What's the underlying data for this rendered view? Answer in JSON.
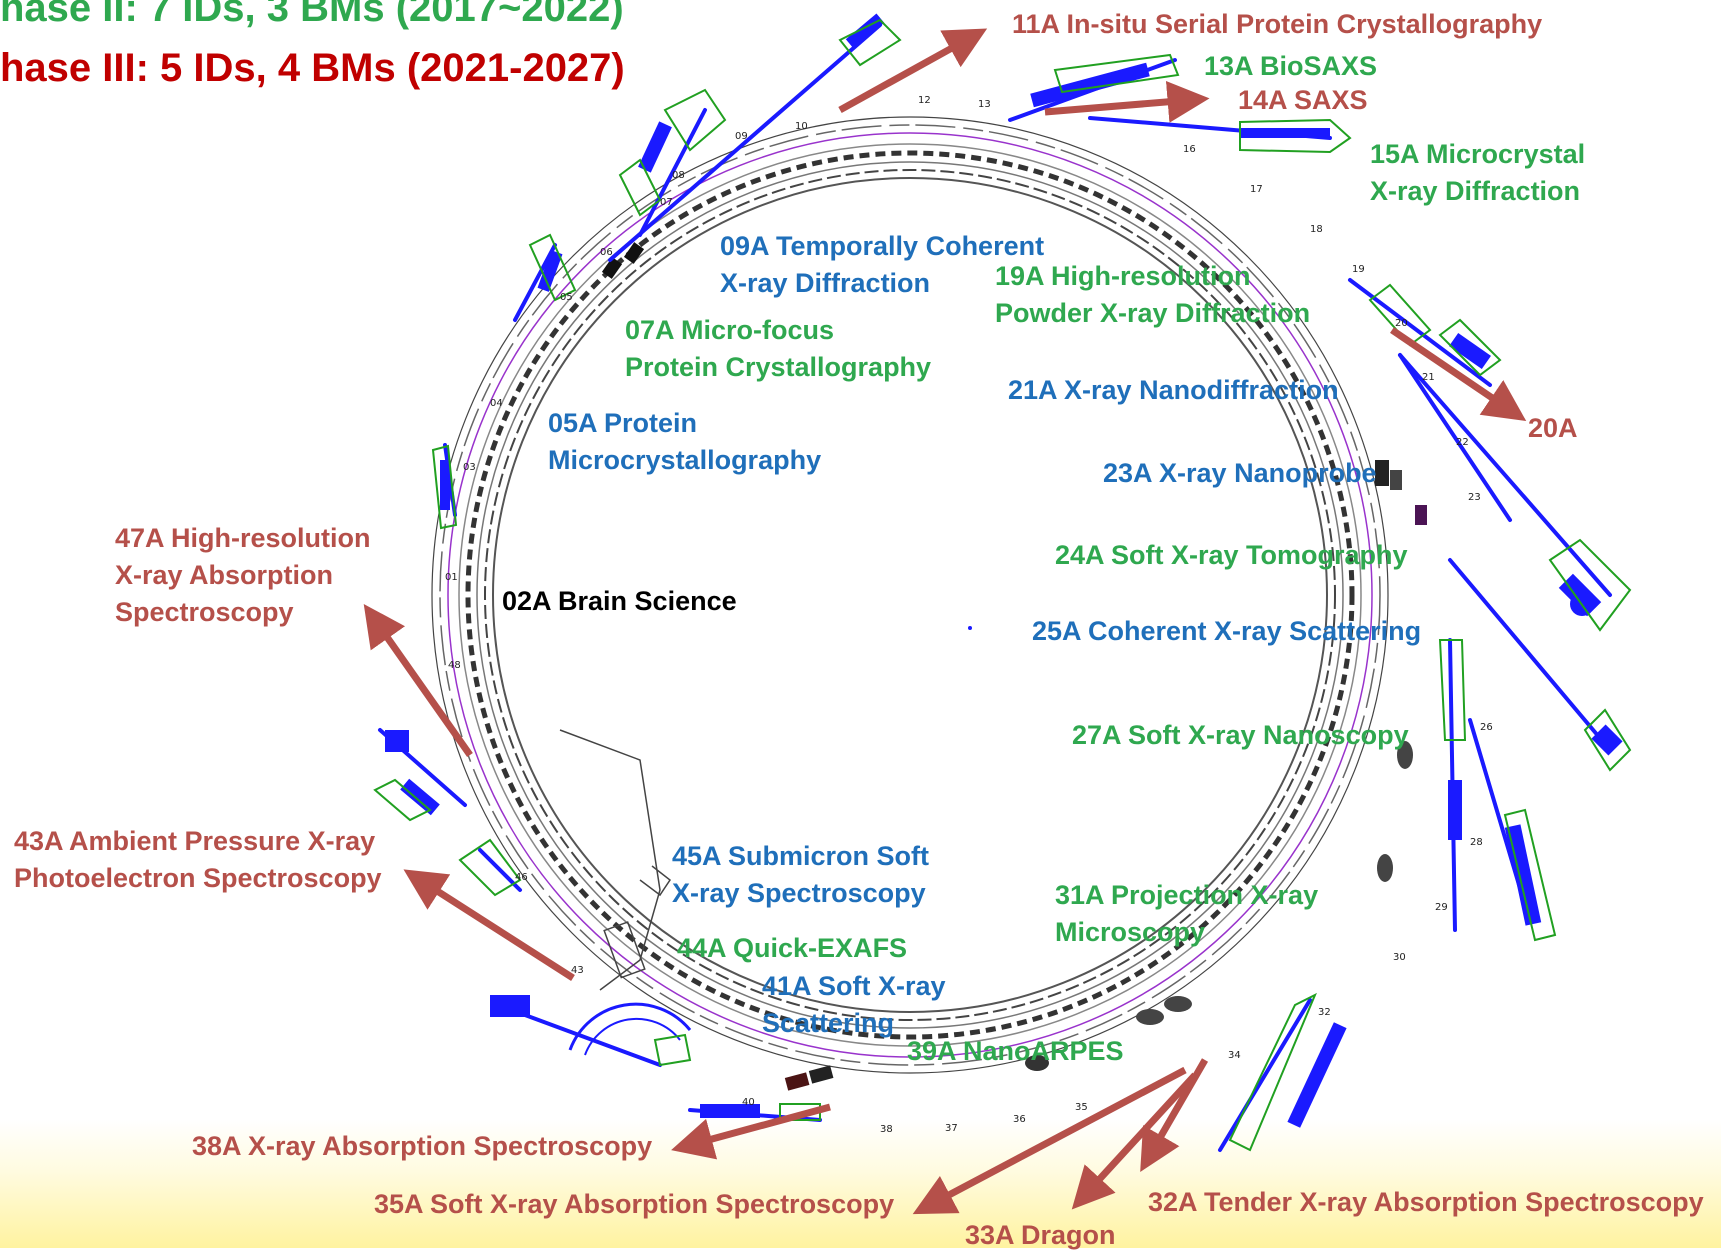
{
  "header": {
    "phase2": "hase II: 7 IDs, 3 BMs (2017~2022)",
    "phase3": "hase III: 5 IDs, 4 BMs (2021-2027)"
  },
  "colors": {
    "phase2": "#2fa84f",
    "phase3": "#c00000",
    "arrow": "#b5504a",
    "beamline": "#1a1aff",
    "hutch": "#21a021"
  },
  "beamlines": {
    "b11A": "11A In-situ Serial Protein Crystallography",
    "b13A": "13A BioSAXS",
    "b14A": "14A SAXS",
    "b15A": [
      "15A Microcrystal",
      "X-ray Diffraction"
    ],
    "b09A": [
      "09A Temporally Coherent",
      "X-ray Diffraction"
    ],
    "b19A": [
      "19A High-resolution",
      "Powder X-ray Diffraction"
    ],
    "b07A": [
      "07A Micro-focus",
      "Protein Crystallography"
    ],
    "b21A": "21A X-ray Nanodiffraction",
    "b20A": "20A",
    "b05A": [
      "05A Protein",
      "Microcrystallography"
    ],
    "b23A": "23A X-ray Nanoprobe",
    "b47A": [
      "47A High-resolution",
      "X-ray Absorption",
      "Spectroscopy"
    ],
    "b24A": "24A Soft X-ray Tomography",
    "b02A": "02A Brain Science",
    "b25A": "25A Coherent X-ray Scattering",
    "b27A": "27A Soft X-ray Nanoscopy",
    "b43A": [
      "43A Ambient Pressure X-ray",
      "Photoelectron Spectroscopy"
    ],
    "b45A": [
      "45A Submicron Soft",
      "X-ray Spectroscopy"
    ],
    "b31A": [
      "31A Projection X-ray",
      "Microscopy"
    ],
    "b44A": "44A Quick-EXAFS",
    "b41A": [
      "41A Soft X-ray",
      "Scattering"
    ],
    "b39A": "39A NanoARPES",
    "b38A": "38A X-ray Absorption Spectroscopy",
    "b35A": "35A Soft X-ray Absorption Spectroscopy",
    "b32A": "32A Tender X-ray Absorption Spectroscopy",
    "b33A": "33A Dragon"
  },
  "sector_numbers": [
    "01",
    "03",
    "04",
    "05",
    "06",
    "07",
    "08",
    "09",
    "10",
    "12",
    "13",
    "16",
    "17",
    "18",
    "19",
    "20",
    "21",
    "22",
    "23",
    "26",
    "28",
    "29",
    "30",
    "32",
    "34",
    "35",
    "36",
    "37",
    "38",
    "40",
    "43",
    "46",
    "48"
  ]
}
